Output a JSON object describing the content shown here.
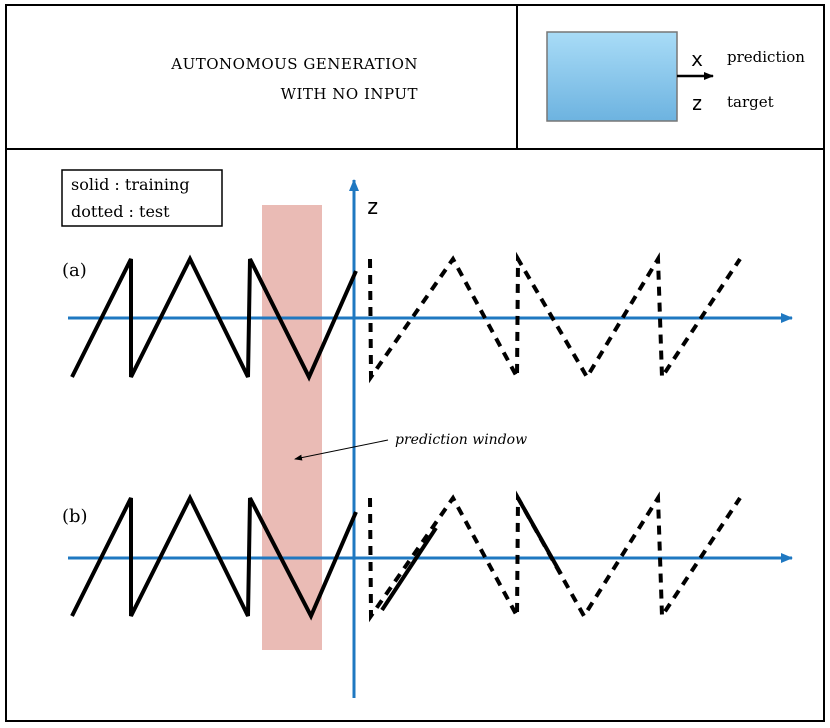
{
  "header": {
    "title_line1": "AUTONOMOUS GENERATION",
    "title_line2": "WITH NO INPUT"
  },
  "model_box": {
    "output_x": "x",
    "output_x_label": "prediction",
    "output_z": "z",
    "output_z_label": "target",
    "box_color": "#7fbde6"
  },
  "legend": {
    "solid": "solid : training",
    "dotted": "dotted : test"
  },
  "diagram": {
    "axis_label": "z",
    "panel_a": "(a)",
    "panel_b": "(b)",
    "window_label": "prediction  window",
    "axis_color": "#1f78c1",
    "window_color": "#e8b4ad"
  }
}
